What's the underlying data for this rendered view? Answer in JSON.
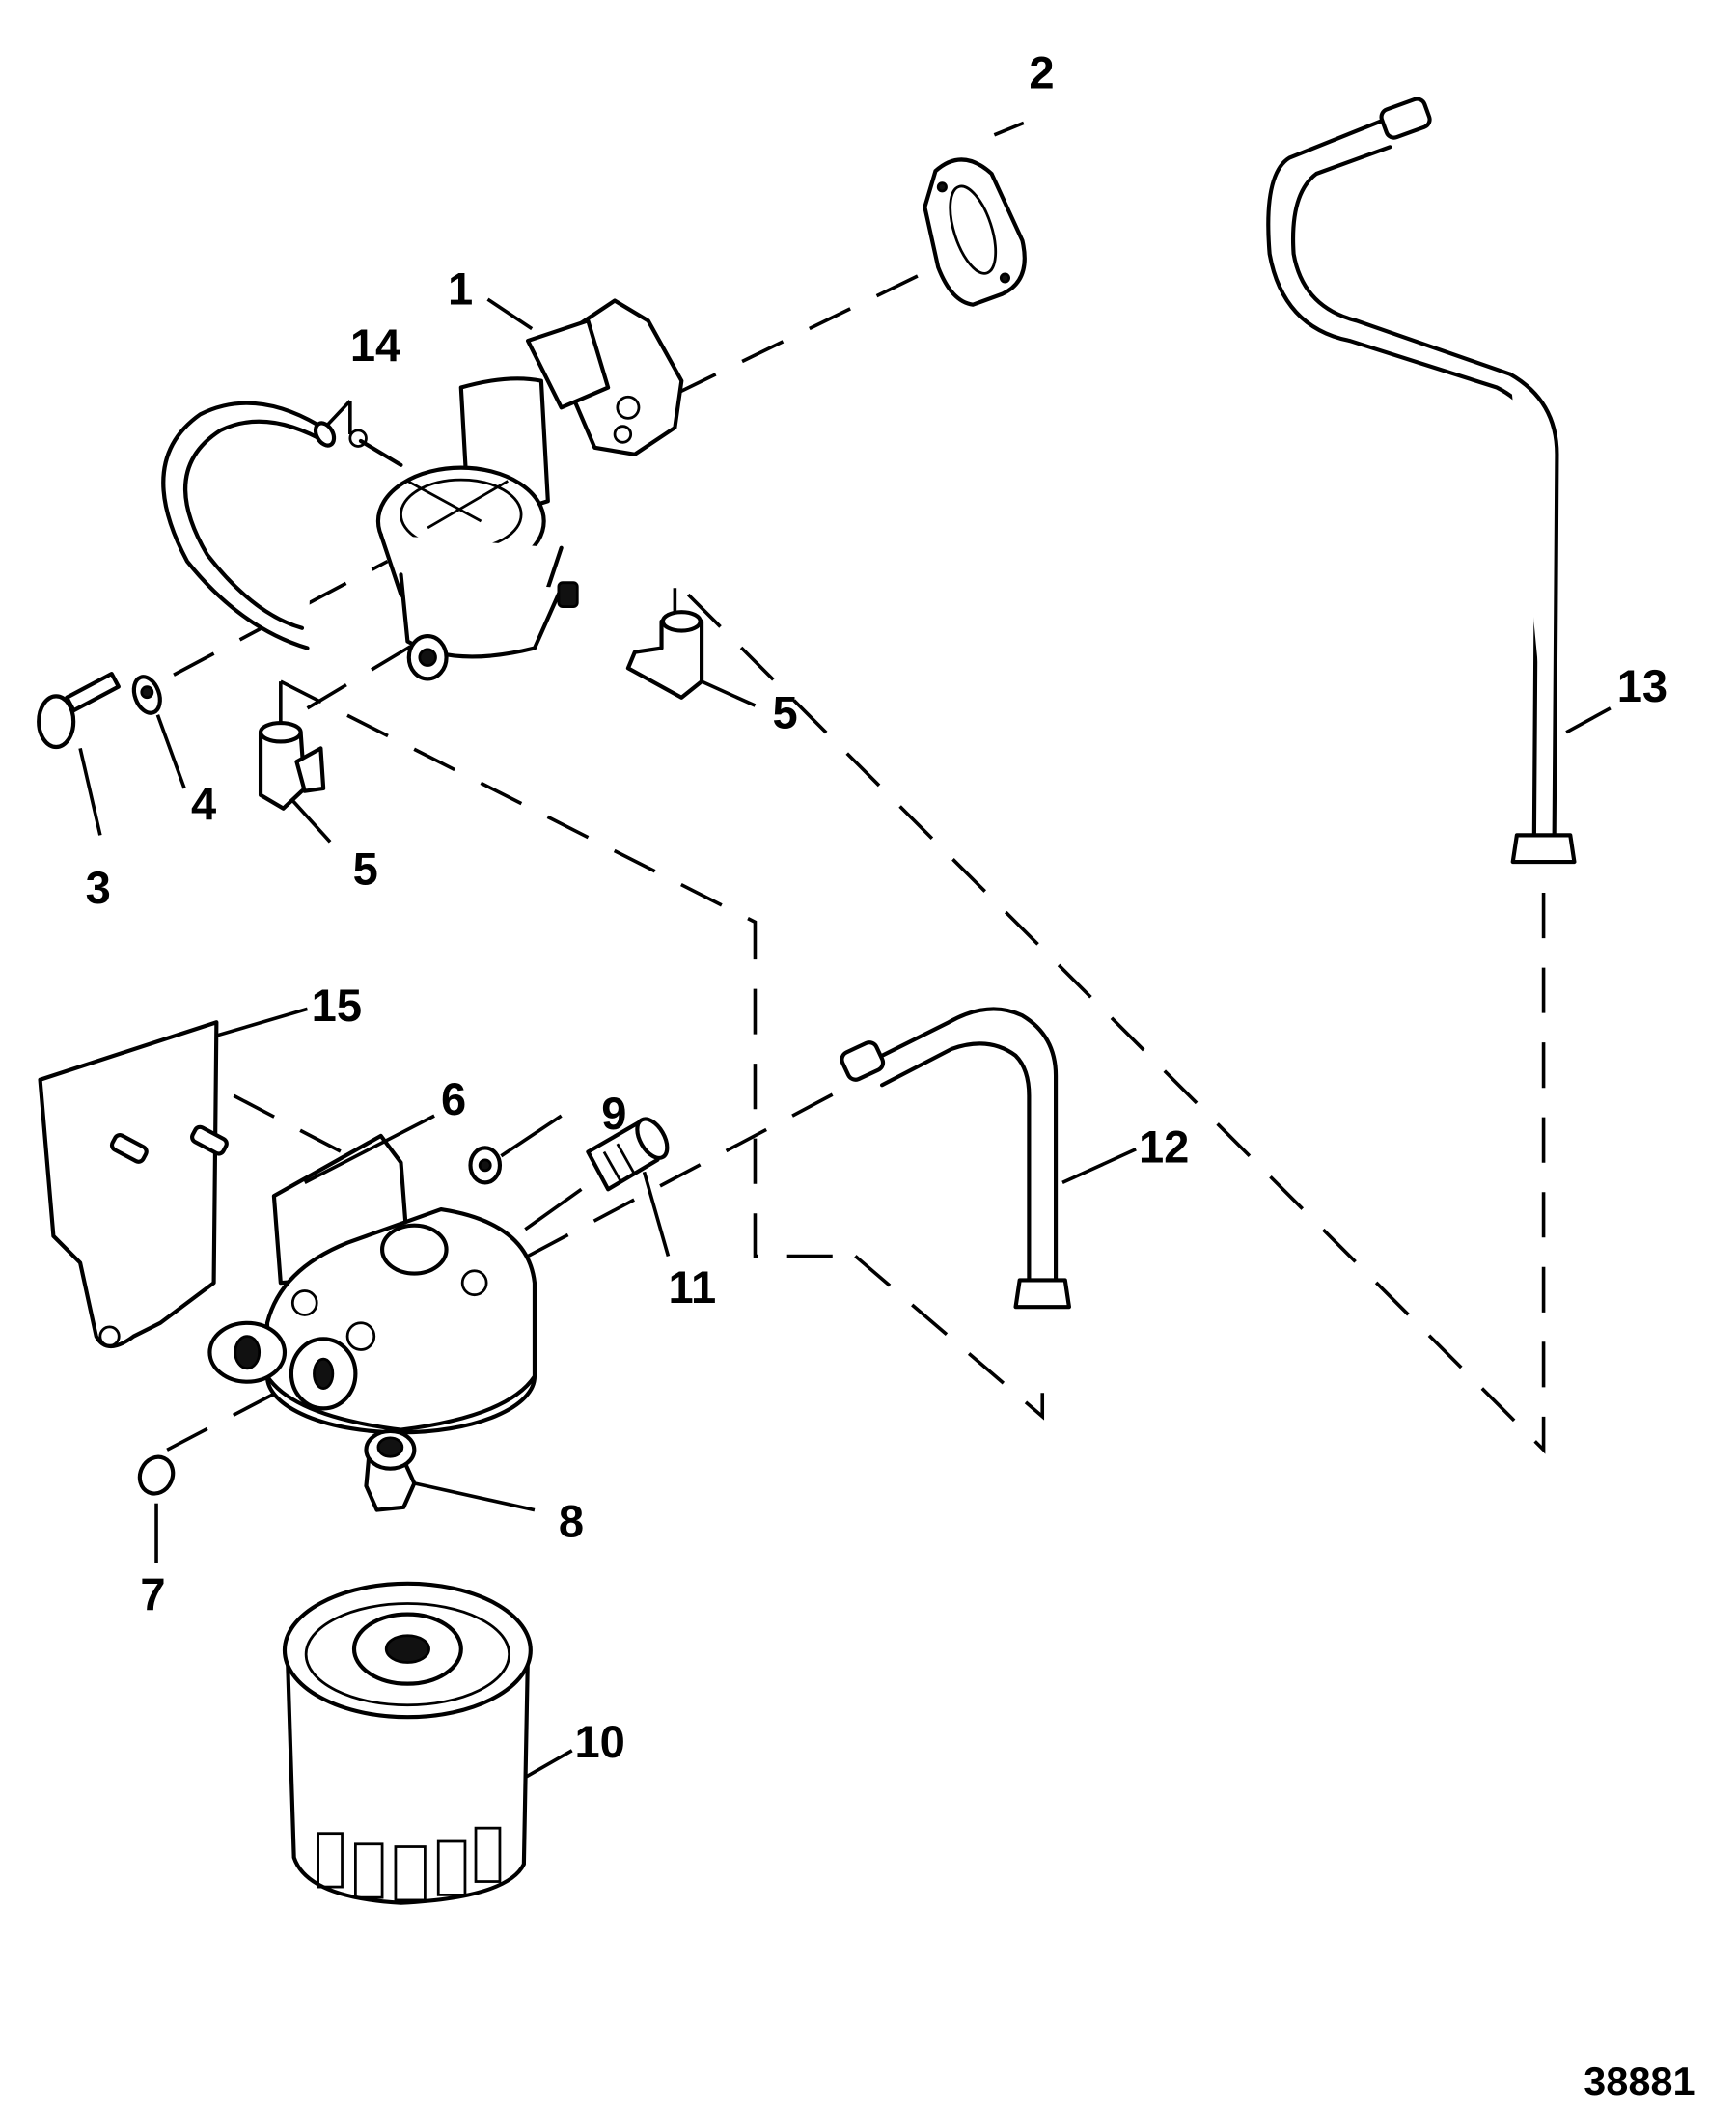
{
  "diagram": {
    "title": "Fuel pump and fuel filter assembly exploded view",
    "figure_code": "38881",
    "callouts": [
      {
        "id": "1",
        "label": "1",
        "part": "fuel-pump"
      },
      {
        "id": "2",
        "label": "2",
        "part": "gasket"
      },
      {
        "id": "3",
        "label": "3",
        "part": "bolt"
      },
      {
        "id": "4",
        "label": "4",
        "part": "washer"
      },
      {
        "id": "5a",
        "label": "5",
        "part": "elbow-fitting"
      },
      {
        "id": "5b",
        "label": "5",
        "part": "elbow-fitting"
      },
      {
        "id": "6",
        "label": "6",
        "part": "filter-base"
      },
      {
        "id": "7",
        "label": "7",
        "part": "plug"
      },
      {
        "id": "8",
        "label": "8",
        "part": "adapter"
      },
      {
        "id": "9",
        "label": "9",
        "part": "plug-nut"
      },
      {
        "id": "10",
        "label": "10",
        "part": "fuel-filter"
      },
      {
        "id": "11",
        "label": "11",
        "part": "connector-fitting"
      },
      {
        "id": "12",
        "label": "12",
        "part": "fuel-line"
      },
      {
        "id": "13",
        "label": "13",
        "part": "fuel-line"
      },
      {
        "id": "14",
        "label": "14",
        "part": "hose"
      },
      {
        "id": "15",
        "label": "15",
        "part": "bracket"
      }
    ]
  }
}
